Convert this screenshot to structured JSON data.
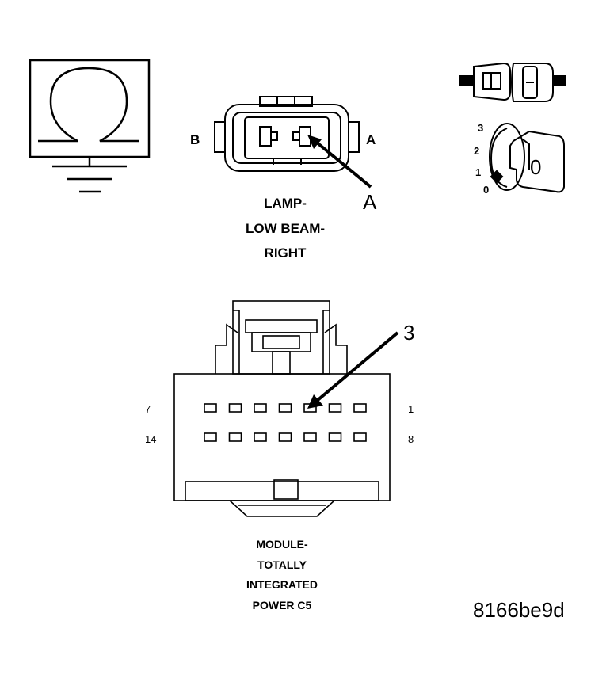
{
  "ohmmeter_icon": "ohm-symbol-icon",
  "ground_icon": "ground-icon",
  "key_switch_icon": "key-switch-icon",
  "lamp_connector": {
    "side_left": "B",
    "side_right": "A",
    "callout": "A",
    "name_lines": [
      "LAMP-",
      "LOW BEAM-",
      "RIGHT"
    ]
  },
  "key_positions": {
    "labels": [
      "3",
      "2",
      "1",
      "0"
    ],
    "current": "0"
  },
  "module_connector": {
    "callout": "3",
    "pin_labels": {
      "row1_left": "7",
      "row1_right": "1",
      "row2_left": "14",
      "row2_right": "8"
    },
    "name_lines": [
      "MODULE-",
      "TOTALLY",
      "INTEGRATED",
      "POWER C5"
    ]
  },
  "figure_code": "8166be9d"
}
